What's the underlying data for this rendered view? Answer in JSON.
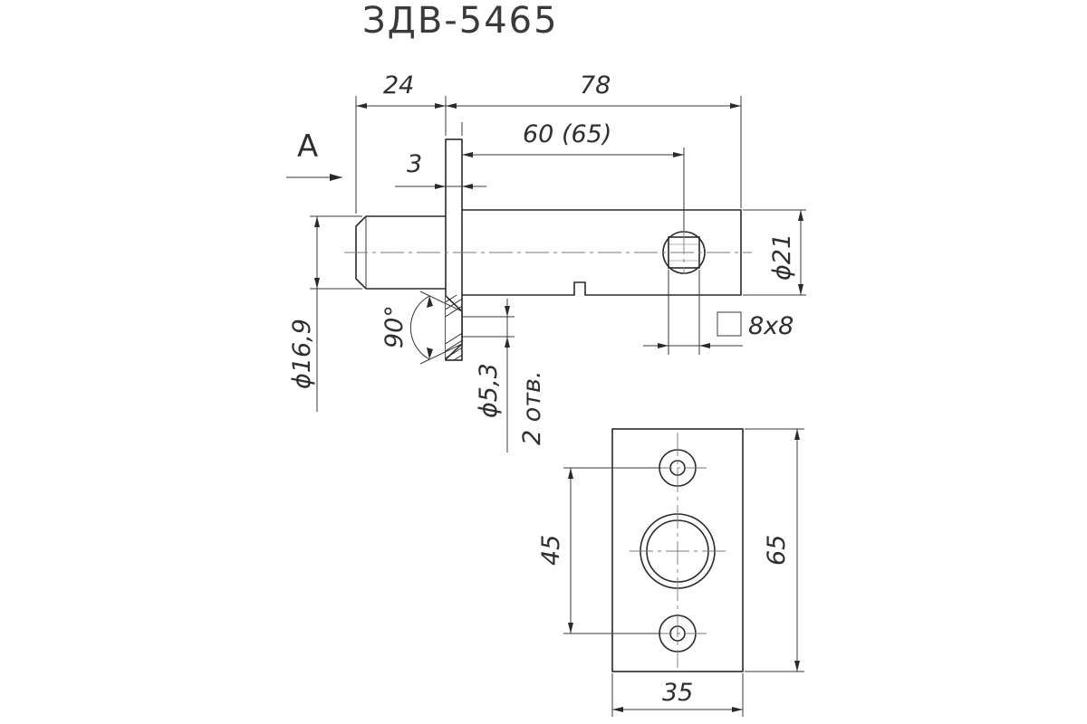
{
  "title": "ЗДВ-5465",
  "view_label": "A",
  "dimensions": {
    "flange_to_tip": "24",
    "total_length": "78",
    "hole_position": "60 (65)",
    "flange_thickness": "3",
    "body_diameter": "ϕ21",
    "square_hole": "8x8",
    "tip_diameter": "ϕ16,9",
    "countersink_angle": "90°",
    "hole_diameter": "ϕ5,3",
    "hole_count": "2 отв.",
    "hole_spacing": "45",
    "plate_height": "65",
    "plate_width": "35"
  }
}
